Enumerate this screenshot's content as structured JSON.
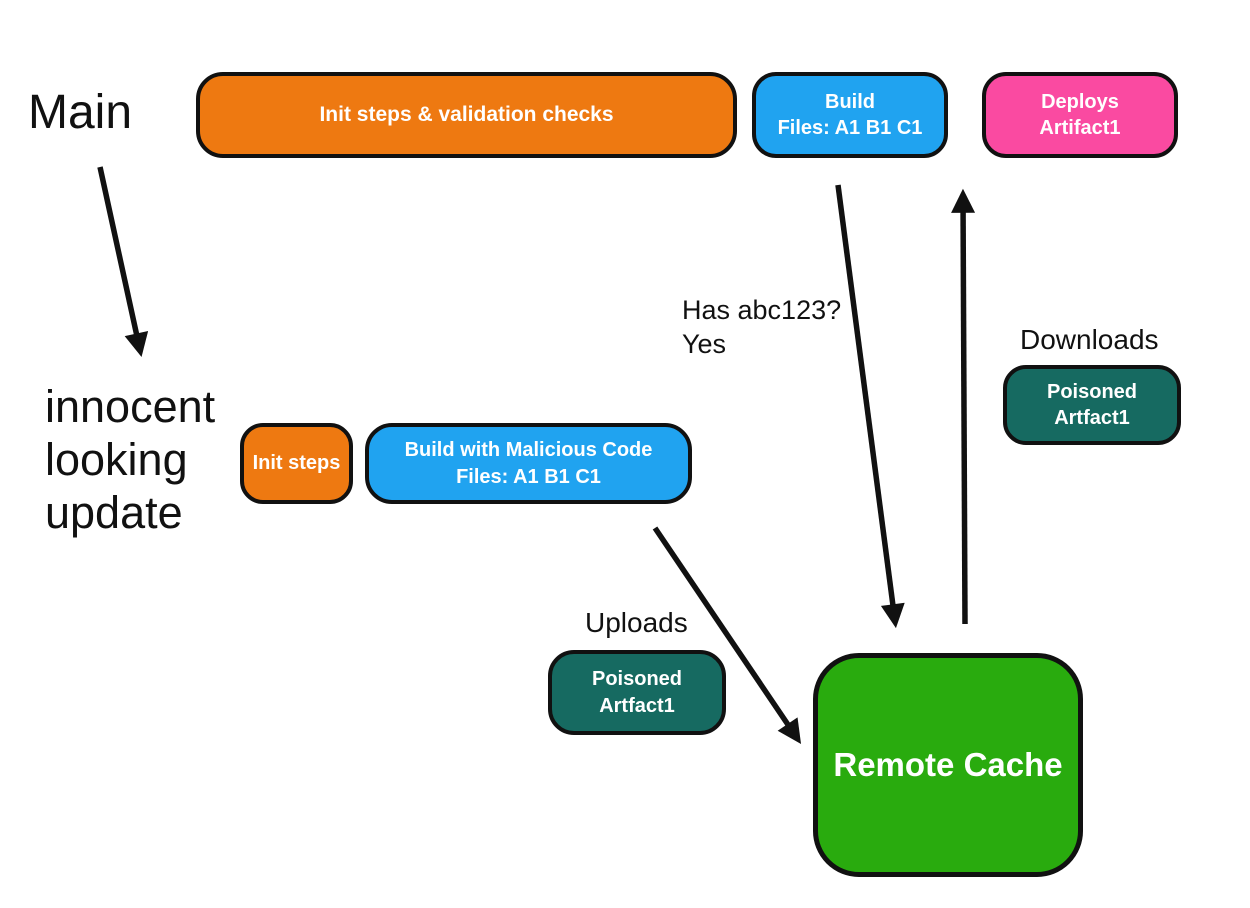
{
  "diagram": {
    "labels": {
      "main": "Main",
      "innocent_line1": "innocent",
      "innocent_line2": "looking",
      "innocent_line3": "update",
      "has_hash": "Has abc123?",
      "has_hash_answer": "Yes",
      "downloads": "Downloads",
      "uploads": "Uploads"
    },
    "nodes": {
      "init_validation": {
        "label": "Init steps & validation checks",
        "color": "#ee7911"
      },
      "build": {
        "title": "Build",
        "subtitle": "Files: A1 B1 C1",
        "color": "#20a3f0"
      },
      "deploys": {
        "title": "Deploys",
        "subtitle": "Artifact1",
        "color": "#fa4aa1"
      },
      "init_steps": {
        "label": "Init steps",
        "color": "#ee7911"
      },
      "build_malicious": {
        "title": "Build with Malicious Code",
        "subtitle": "Files: A1 B1 C1",
        "color": "#20a3f0"
      },
      "poisoned_download": {
        "title": "Poisoned",
        "subtitle": "Artfact1",
        "color": "#166a61"
      },
      "poisoned_upload": {
        "title": "Poisoned",
        "subtitle": "Artfact1",
        "color": "#166a61"
      },
      "remote_cache": {
        "label": "Remote Cache",
        "color": "#29ab0e"
      }
    },
    "edges": [
      {
        "from": "Main",
        "to": "innocent looking update"
      },
      {
        "from": "Build",
        "to": "Remote Cache",
        "label": "Has abc123? Yes"
      },
      {
        "from": "Remote Cache",
        "to": "Deploys Artifact1",
        "label": "Downloads Poisoned Artfact1"
      },
      {
        "from": "Build with Malicious Code",
        "to": "Remote Cache",
        "label": "Uploads Poisoned Artfact1"
      }
    ],
    "style_colors": {
      "border": "#111111",
      "background": "#ffffff",
      "label_text": "#111111",
      "node_text": "#ffffff"
    }
  }
}
